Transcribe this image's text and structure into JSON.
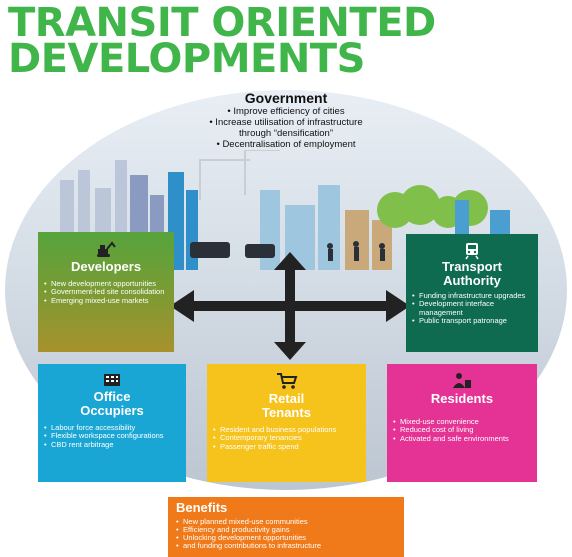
{
  "title": {
    "line1": "TRANSIT ORIENTED",
    "line2": "DEVELOPMENTS"
  },
  "government": {
    "heading": "Government",
    "points": [
      "• Improve efficiency of cities",
      "• Increase utilisation of infrastructure",
      "through “densification”",
      "• Decentralisation of employment"
    ]
  },
  "developers": {
    "heading": "Developers",
    "items": [
      "New development opportunities",
      "Government-led site consolidation",
      "Emerging mixed-use markets"
    ]
  },
  "transport": {
    "heading_line1": "Transport",
    "heading_line2": "Authority",
    "items": [
      "Funding infrastructure upgrades",
      "Development interface management",
      "Public transport patronage"
    ]
  },
  "office": {
    "heading_line1": "Office",
    "heading_line2": "Occupiers",
    "items": [
      "Labour force accessibility",
      "Flexible workspace configurations",
      "CBD rent arbitrage"
    ]
  },
  "retail": {
    "heading_line1": "Retail",
    "heading_line2": "Tenants",
    "items": [
      "Resident and business populations",
      "Contemporary tenancies",
      "Passenger traffic spend"
    ]
  },
  "residents": {
    "heading": "Residents",
    "items": [
      "Mixed-use convenience",
      "Reduced cost of living",
      "Activated and safe environments"
    ]
  },
  "benefits": {
    "heading": "Benefits",
    "items": [
      "New planned mixed-use communities",
      "Efficiency and productivity gains",
      "Unlocking development opportunities",
      "and funding contributions to infrastructure"
    ]
  },
  "colors": {
    "title": "#3fb54a",
    "developers": "#6a9e36",
    "transport": "#0e6b50",
    "office": "#1aa6d4",
    "retail": "#f6c21c",
    "residents": "#e43394",
    "benefits": "#f07a1a"
  }
}
